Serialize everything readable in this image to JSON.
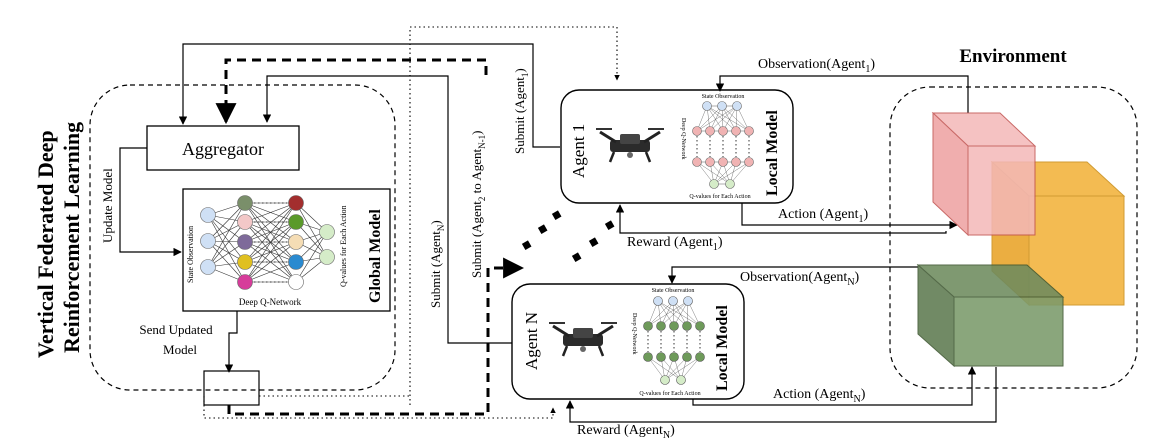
{
  "left_panel": {
    "title_line1": "Vertical Federated Deep",
    "title_line2": "Reinforcement Learning",
    "aggregator": "Aggregator",
    "update_model": "Update Model",
    "send_updated_line1": "Send Updated",
    "send_updated_line2": "Model",
    "global_model": "Global Model",
    "state_observation": "State Observation",
    "deep_q_network": "Deep Q-Network",
    "q_values": "Q-values for Each Action"
  },
  "middle": {
    "submit_agent1": "Submit (Agent",
    "submit_agent1_sub": "1",
    "submit_agent1_close": ")",
    "submit_range_a": "Submit (Agent",
    "submit_range_sub_a": "2",
    "submit_range_b": " to Agent",
    "submit_range_sub_b": "N-1",
    "submit_range_close": ")",
    "submit_agentN": "Submit (Agent",
    "submit_agentN_sub": "N",
    "submit_agentN_close": ")"
  },
  "agent1": {
    "name": "Agent 1",
    "local_model": "Local Model",
    "state_observation": "State Observation",
    "deep_q_network": "Deep Q-Network",
    "q_values": "Q-values for Each Action",
    "observation": "Observation(Agent",
    "observation_sub": "1",
    "action": "Action (Agent",
    "action_sub": "1",
    "reward": "Reward (Agent",
    "reward_sub": "1",
    "close": ")"
  },
  "agentN": {
    "name": "Agent N",
    "local_model": "Local Model",
    "state_observation": "State Observation",
    "deep_q_network": "Deep Q-Network",
    "q_values": "Q-values for Each Action",
    "observation": "Observation(Agent",
    "observation_sub": "N",
    "action": "Action (Agent",
    "action_sub": "N",
    "reward": "Reward (Agent",
    "reward_sub": "N",
    "close": ")"
  },
  "environment": {
    "title": "Environment"
  },
  "colors": {
    "red_cube": "#f4b8b8",
    "red_cube_edge": "#c0504d",
    "yellow_cube": "#f2b035",
    "green_cube": "#6e8b5e",
    "agent1_nodes": "#f0b3b3",
    "agentN_nodes": "#6e9a5a",
    "input_nodes": "#cfe0f5",
    "output_nodes": "#d5ecc8"
  }
}
